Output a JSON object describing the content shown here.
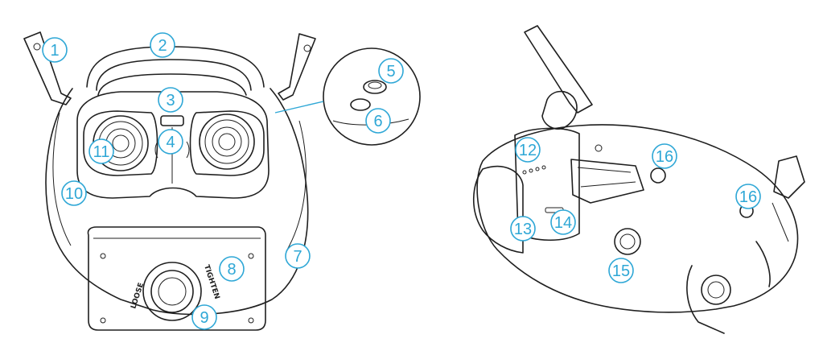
{
  "accent_color": "#2ea7d6",
  "line_color": "#1f1f1f",
  "engravings": {
    "loose": "LOOSE",
    "tighten": "TIGHTEN"
  },
  "callouts": [
    {
      "id": 1,
      "label": "1"
    },
    {
      "id": 2,
      "label": "2"
    },
    {
      "id": 3,
      "label": "3"
    },
    {
      "id": 4,
      "label": "4"
    },
    {
      "id": 5,
      "label": "5"
    },
    {
      "id": 6,
      "label": "6"
    },
    {
      "id": 7,
      "label": "7"
    },
    {
      "id": 8,
      "label": "8"
    },
    {
      "id": 9,
      "label": "9"
    },
    {
      "id": 10,
      "label": "10"
    },
    {
      "id": 11,
      "label": "11"
    },
    {
      "id": 12,
      "label": "12"
    },
    {
      "id": 13,
      "label": "13"
    },
    {
      "id": 14,
      "label": "14"
    },
    {
      "id": 15,
      "label": "15"
    },
    {
      "id": 16,
      "label": "16"
    },
    {
      "id": 17,
      "label": "16"
    }
  ]
}
